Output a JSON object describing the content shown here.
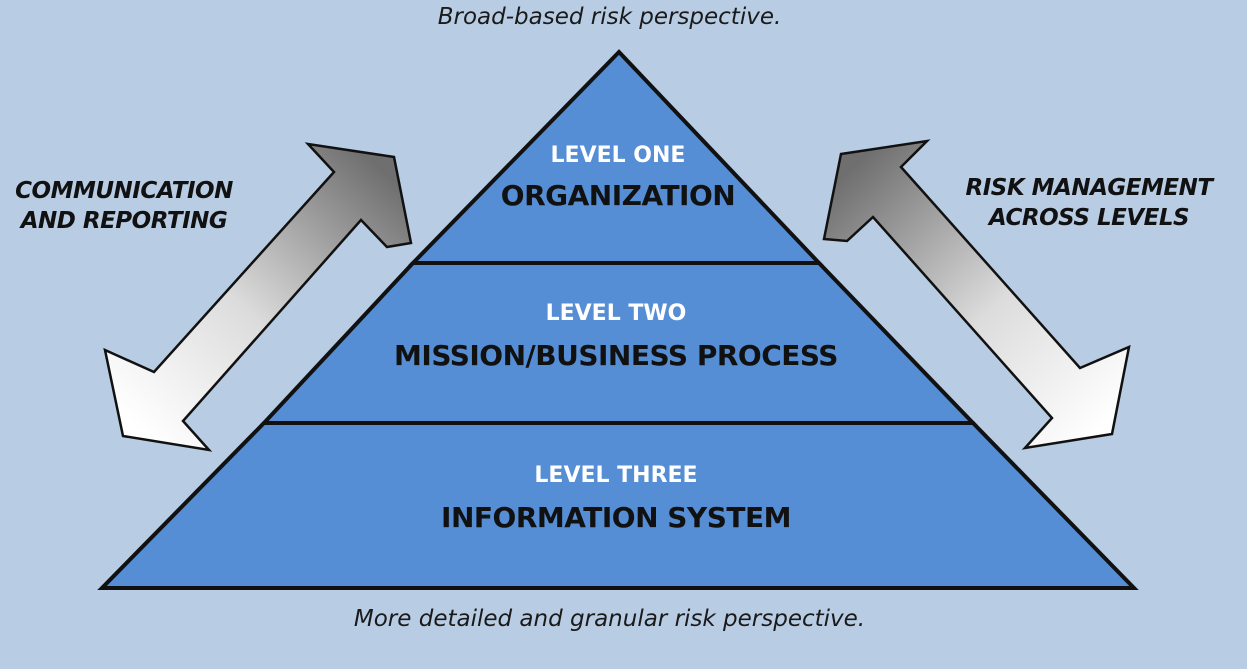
{
  "captions": {
    "top": "Broad-based risk perspective.",
    "bottom": "More detailed and granular risk perspective."
  },
  "side_labels": {
    "left": [
      "COMMUNICATION",
      "AND REPORTING"
    ],
    "right": [
      "RISK MANAGEMENT",
      "ACROSS LEVELS"
    ]
  },
  "pyramid": {
    "levels": [
      {
        "tier": "LEVEL ONE",
        "name": "ORGANIZATION"
      },
      {
        "tier": "LEVEL TWO",
        "name": "MISSION/BUSINESS PROCESS"
      },
      {
        "tier": "LEVEL THREE",
        "name": "INFORMATION SYSTEM"
      }
    ]
  },
  "colors": {
    "background": "#b8cce4",
    "pyramid_fill": "#558ed5",
    "outline": "#111111",
    "arrow_dark": "#6f6f6f",
    "arrow_light": "#ffffff"
  }
}
